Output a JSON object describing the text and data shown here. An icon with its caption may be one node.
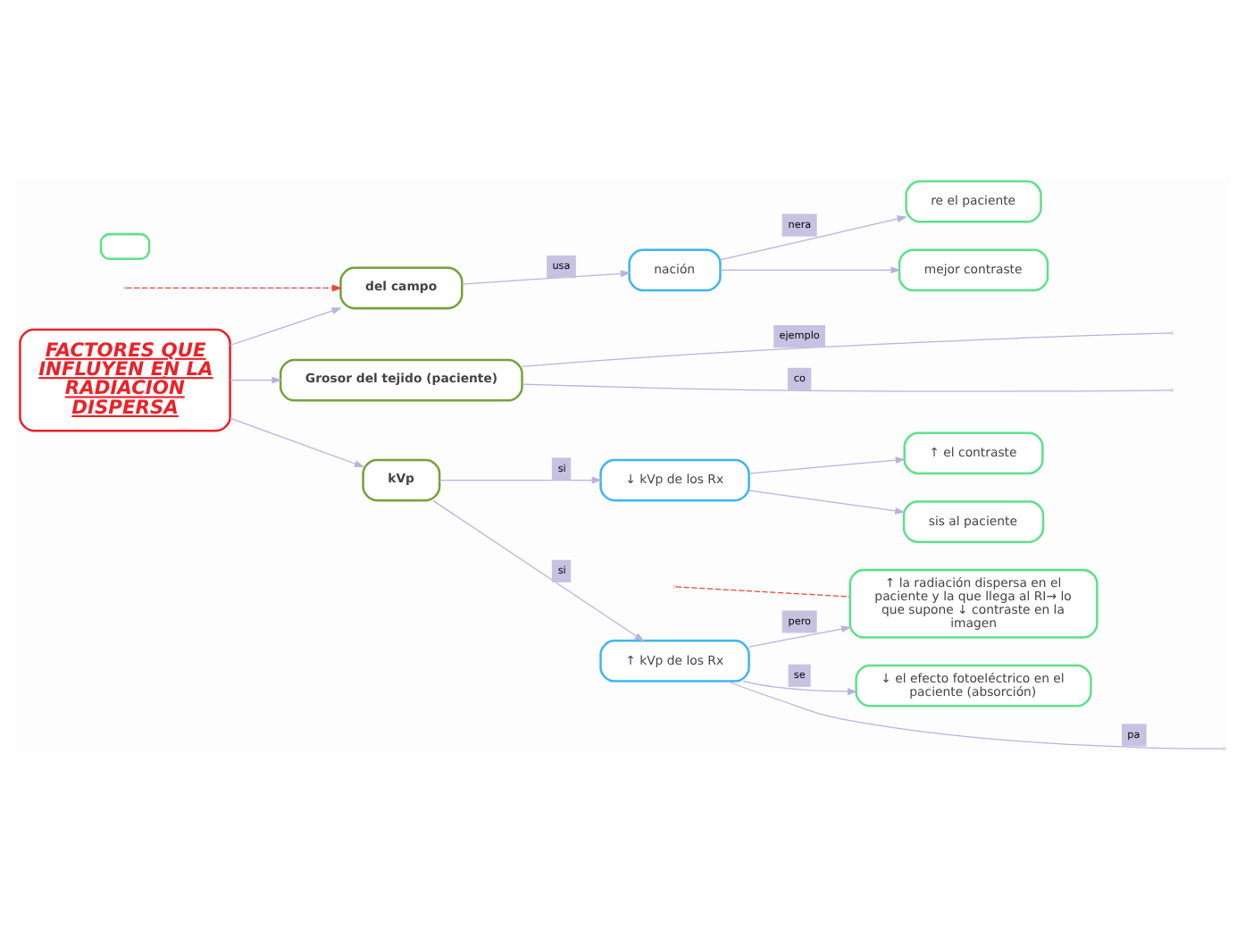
{
  "diagram": {
    "nodes": [
      {
        "text": [
          "FACTORES QUE INFLUYEN EN LA RADIACIÓN DISPERSA"
        ]
      },
      {
        "text": [
          "del campo"
        ]
      },
      {
        "text": [
          "nación"
        ]
      },
      {
        "text": [
          "re el paciente"
        ]
      },
      {
        "text": [
          "mejor contraste"
        ]
      },
      {
        "text": [
          "Grosor del tejido (paciente)"
        ]
      },
      {
        "text": [],
        "shape": "box"
      },
      {
        "text": [
          "kVp"
        ]
      },
      {
        "text": [
          "↓ kVp de los Rx"
        ]
      },
      {
        "text": [
          "↑ kVp de los Rx"
        ]
      },
      {
        "text": [
          "↑ el contraste"
        ]
      },
      {
        "text": [
          "sis al paciente"
        ]
      },
      {
        "text": [
          "↑ la radiación dispersa en el paciente y la que llega al RI→ lo que supone ↓ contraste en la imagen"
        ]
      },
      {
        "text": [
          "↓ el efecto fotoeléctrico en el paciente (absorción)"
        ]
      }
    ],
    "edges": [
      {
        "from": 0,
        "to": 1,
        "arrow": "to"
      },
      {
        "from": 0,
        "to": 5,
        "arrow": "to"
      },
      {
        "from": 0,
        "to": 7,
        "arrow": "to"
      },
      {
        "from": 1,
        "to": 2,
        "arrow": "to",
        "label": "usa"
      },
      {
        "from": 2,
        "to": 3,
        "arrow": "to",
        "label": "nera"
      },
      {
        "from": 2,
        "to": 4,
        "arrow": "to"
      },
      {
        "from": 5,
        "to": null,
        "arrow": "none",
        "label": "ejemplo"
      },
      {
        "from": 5,
        "to": null,
        "arrow": "none",
        "label": "co"
      },
      {
        "from": 7,
        "to": 8,
        "arrow": "to",
        "label": "si"
      },
      {
        "from": 7,
        "to": 9,
        "arrow": "to",
        "label": "si"
      },
      {
        "from": 8,
        "to": 10,
        "arrow": "to"
      },
      {
        "from": 8,
        "to": 11,
        "arrow": "to"
      },
      {
        "from": 9,
        "to": null,
        "arrow": "none",
        "label": "pa"
      },
      {
        "from": 9,
        "to": 12,
        "arrow": "to",
        "label": "pero"
      },
      {
        "from": 9,
        "to": 13,
        "arrow": "to",
        "label": "se"
      },
      {
        "from": null,
        "to": 12,
        "arrow": "none",
        "style": "dashed",
        "color": "#e8453c"
      },
      {
        "from": null,
        "to": 1,
        "arrow": "to",
        "style": "dashed",
        "color": "#e8453c"
      }
    ]
  }
}
